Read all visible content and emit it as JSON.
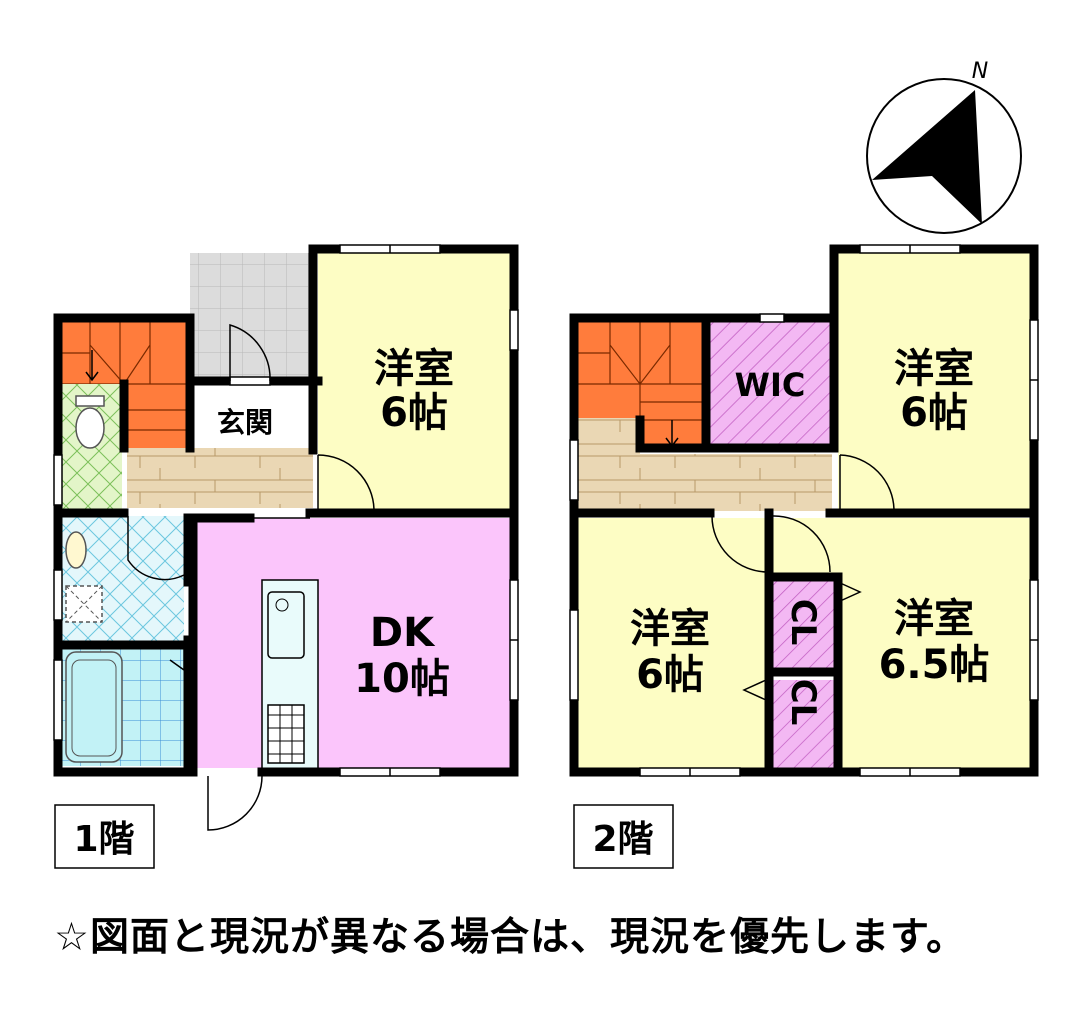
{
  "floor1": {
    "label": "1階",
    "rooms": {
      "western_room": {
        "name": "洋室",
        "size": "6帖"
      },
      "entrance": {
        "name": "玄関"
      },
      "dk": {
        "name": "DK",
        "size": "10帖"
      }
    }
  },
  "floor2": {
    "label": "2階",
    "rooms": {
      "wic": {
        "name": "WIC"
      },
      "western_room_ne": {
        "name": "洋室",
        "size": "6帖"
      },
      "western_room_sw": {
        "name": "洋室",
        "size": "6帖"
      },
      "western_room_se": {
        "name": "洋室",
        "size": "6.5帖"
      },
      "closet_upper": {
        "name": "CL"
      },
      "closet_lower": {
        "name": "CL"
      }
    }
  },
  "compass": {
    "label": "N"
  },
  "disclaimer": "☆図面と現況が異なる場合は、現況を優先します。",
  "colors": {
    "western_room": "#fdfdc4",
    "dining_kitchen": "#fbc5fb",
    "wic": "#f0aaf0",
    "stairs": "#ff7c3c",
    "hall_wood": "#ead7b4",
    "toilet": "#e3f5c8",
    "bath": "#c2f2f6",
    "washroom": "#ddf4fa",
    "entrance_tile": "#dcdcdc",
    "wall": "#000000"
  }
}
